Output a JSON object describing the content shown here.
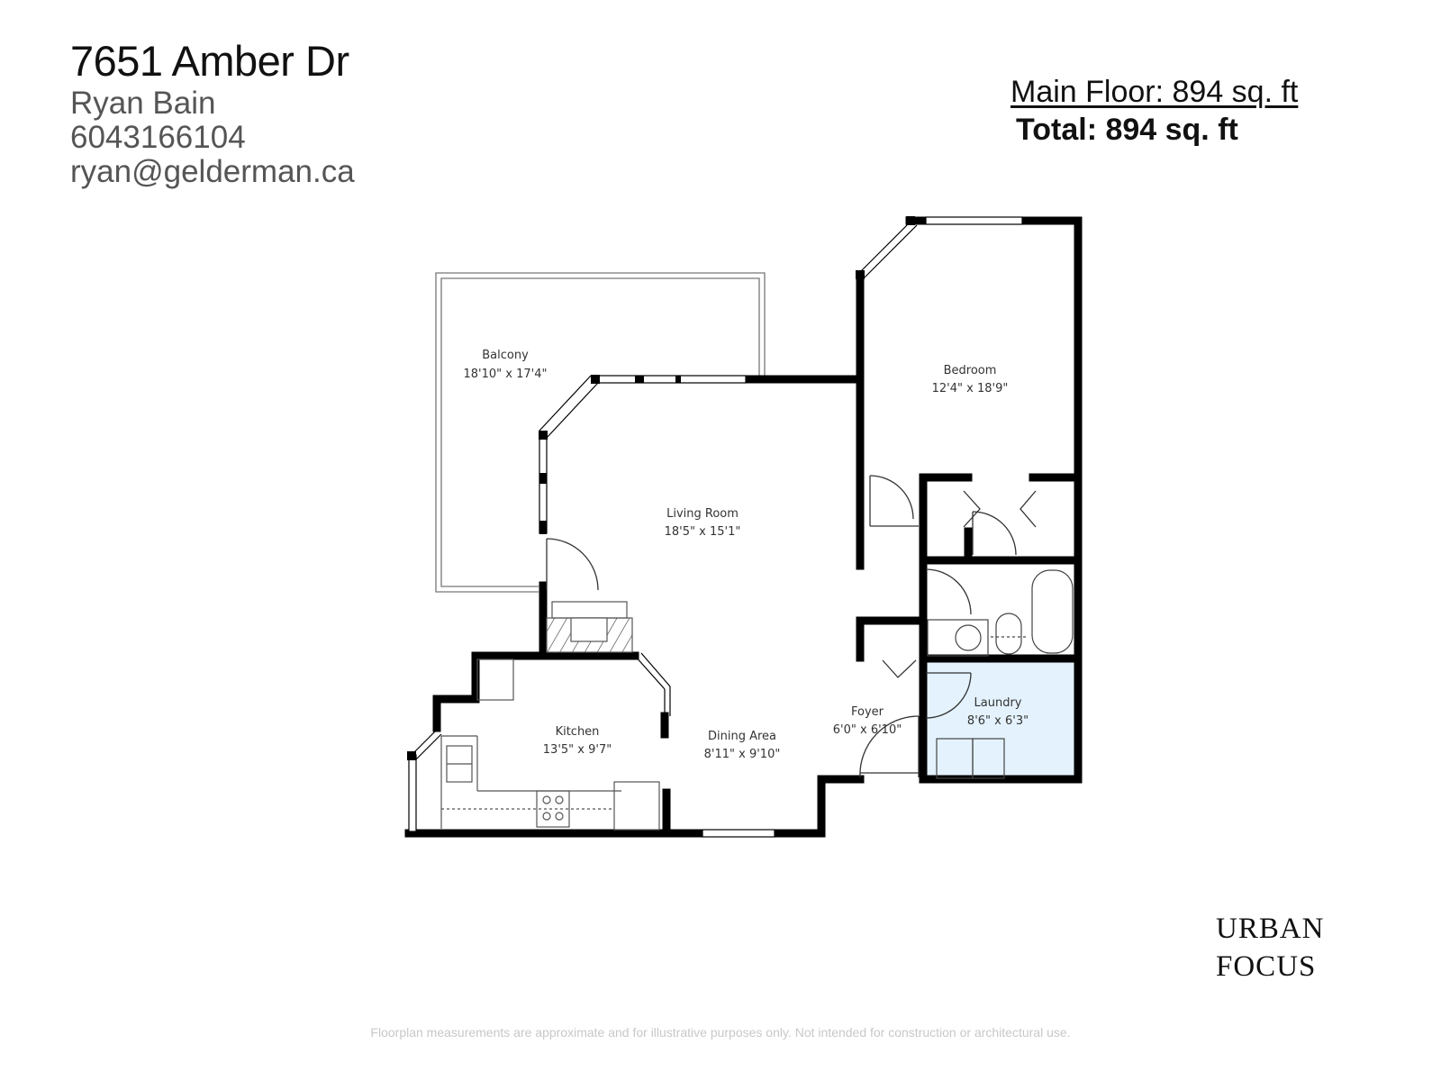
{
  "listing": {
    "address": "7651 Amber Dr",
    "agent_name": "Ryan Bain",
    "phone": "6043166104",
    "email": "ryan@gelderman.ca"
  },
  "area_summary": {
    "main_floor": "Main Floor: 894 sq. ft",
    "total": "Total: 894 sq. ft"
  },
  "rooms": [
    {
      "name": "Balcony",
      "dims": "18'10\" x 17'4\""
    },
    {
      "name": "Living Room",
      "dims": "18'5\" x 15'1\""
    },
    {
      "name": "Bedroom",
      "dims": "12'4\" x 18'9\""
    },
    {
      "name": "Kitchen",
      "dims": "13'5\" x 9'7\""
    },
    {
      "name": "Dining Area",
      "dims": "8'11\" x 9'10\""
    },
    {
      "name": "Foyer",
      "dims": "6'0\" x 6'10\""
    },
    {
      "name": "Laundry",
      "dims": "8'6\" x 6'3\""
    }
  ],
  "brand": {
    "line1": "URBAN",
    "line2": "FOCUS"
  },
  "disclaimer": "Floorplan measurements are approximate and for illustrative purposes only. Not intended for construction or architectural use.",
  "colors": {
    "wall": "#000000",
    "laundry_fill": "#e3f2fc",
    "text_dark": "#111111",
    "text_gray": "#555555"
  }
}
